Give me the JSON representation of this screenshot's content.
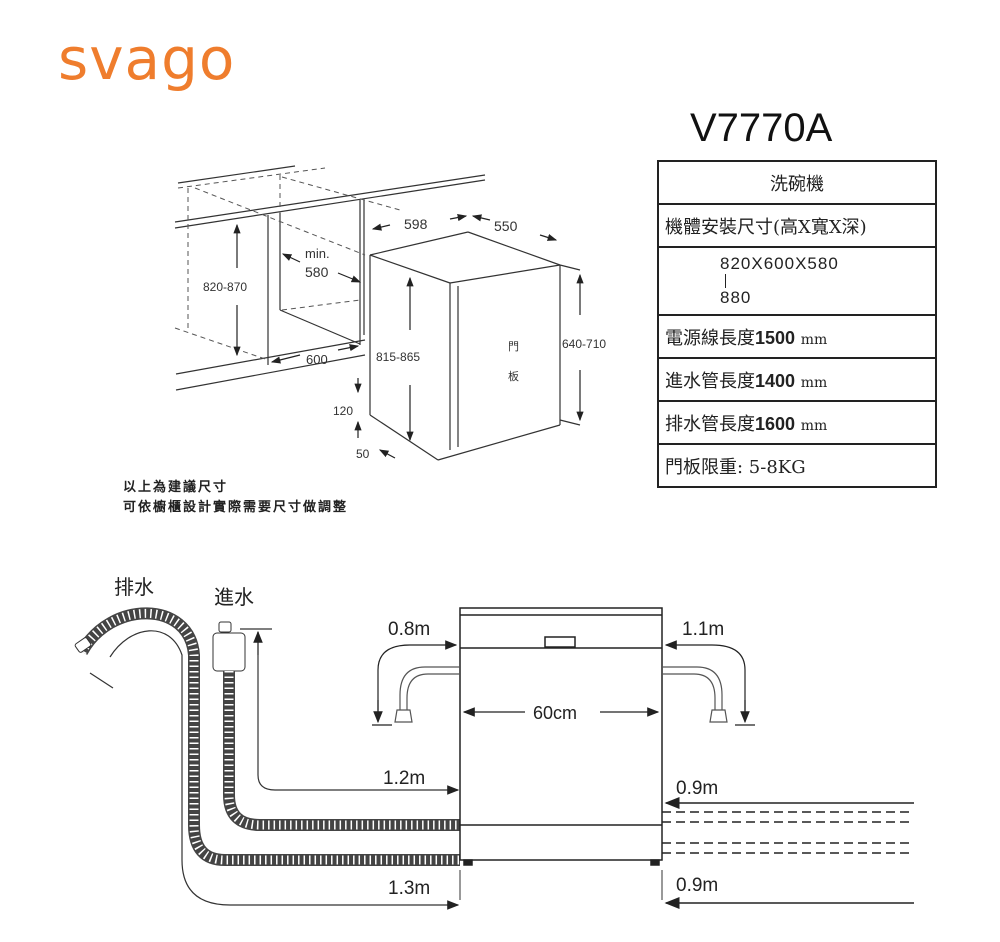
{
  "brand": {
    "logo_text": "svago",
    "color": "#ef7d2d"
  },
  "model": "V7770A",
  "spec_table": {
    "header": "洗碗機",
    "install_size_label": "機體安裝尺寸(高X寬X深)",
    "install_size_value": "820X600X580",
    "install_size_alt_height": "880",
    "power_cord": {
      "label": "電源線長度",
      "value": "1500",
      "unit": "mm"
    },
    "inlet_hose": {
      "label": "進水管長度",
      "value": "1400",
      "unit": "mm"
    },
    "drain_hose": {
      "label": "排水管長度",
      "value": "1600",
      "unit": "mm"
    },
    "door_panel_weight": "門板限重: 5-8KG"
  },
  "installation_diagram": {
    "cabinet_height": "820-870",
    "min_depth_label": "min.",
    "min_depth_value": "580",
    "niche_width": "600",
    "appliance_width": "598",
    "appliance_depth": "550",
    "appliance_height": "815-865",
    "door_height": "640-710",
    "plinth_height": "120",
    "plinth_depth": "50",
    "door_panel_label_1": "門",
    "door_panel_label_2": "板"
  },
  "note": {
    "line1": "以上為建議尺寸",
    "line2": "可依櫥櫃設計實際需要尺寸做調整"
  },
  "connection_diagram": {
    "drain_label": "排水",
    "inlet_label": "進水",
    "power_left": "0.8m",
    "power_right": "1.1m",
    "width": "60cm",
    "inlet_left": "1.2m",
    "drain_left": "1.3m",
    "inlet_right": "0.9m",
    "drain_right": "0.9m"
  }
}
